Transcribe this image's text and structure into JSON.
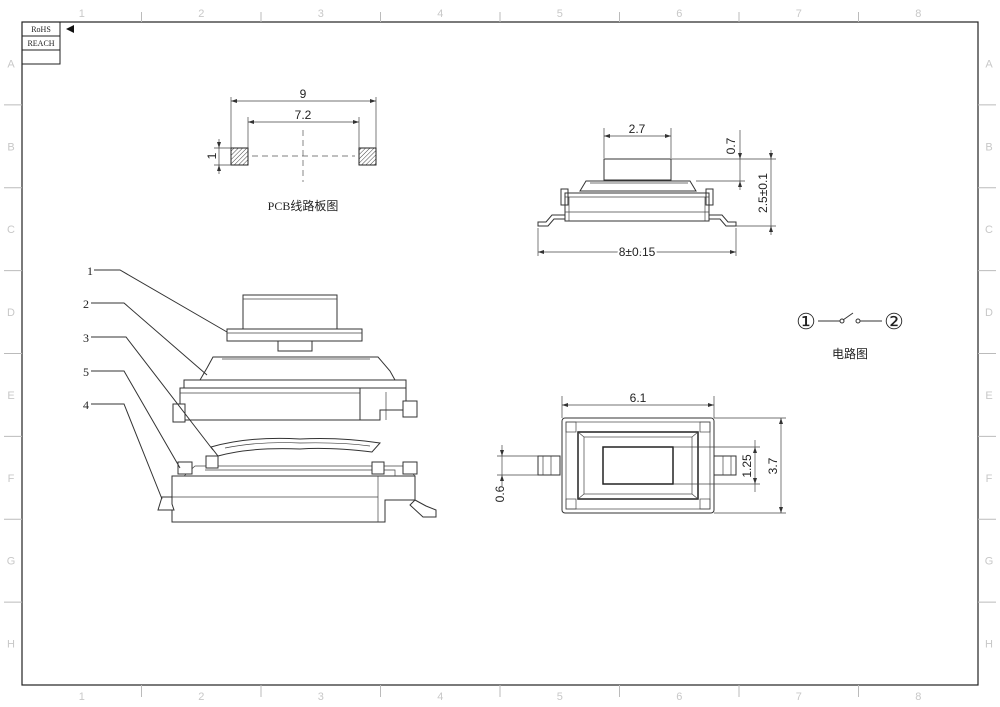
{
  "sheet": {
    "columns": [
      "1",
      "2",
      "3",
      "4",
      "5",
      "6",
      "7",
      "8"
    ],
    "rows": [
      "A",
      "B",
      "C",
      "D",
      "E",
      "F",
      "G",
      "H"
    ]
  },
  "compliance": {
    "rohs": "RoHS",
    "reach": "REACH"
  },
  "pcb_layout": {
    "caption": "PCB线路板图",
    "dim_outer": "9",
    "dim_inner": "7.2",
    "dim_pad": "1"
  },
  "side_view": {
    "dim_actuator_width": "2.7",
    "dim_actuator_height": "0.7",
    "dim_height": "2.5±0.1",
    "dim_length": "8±0.15"
  },
  "circuit": {
    "caption": "电路图",
    "terminal_1": "①",
    "terminal_2": "②"
  },
  "top_view": {
    "dim_width": "6.1",
    "dim_button": "1.25",
    "dim_depth": "3.7",
    "dim_terminal": "0.6"
  },
  "exploded_view": {
    "callouts": [
      "1",
      "2",
      "3",
      "5",
      "4"
    ]
  }
}
